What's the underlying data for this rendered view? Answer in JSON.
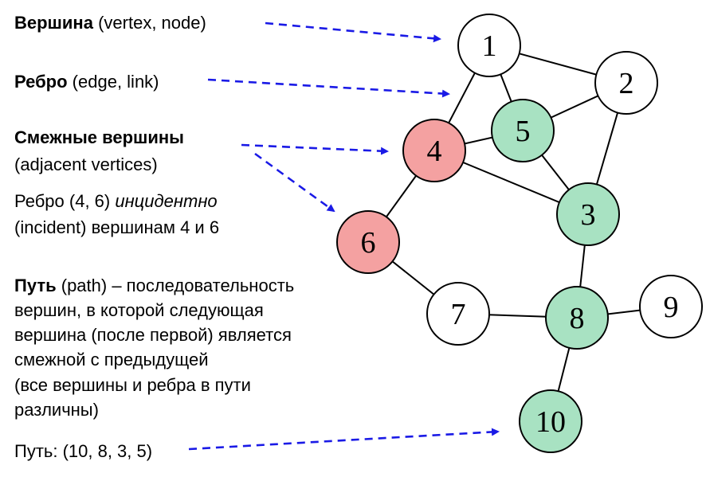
{
  "colors": {
    "white": "#ffffff",
    "red": "#f4a1a1",
    "green": "#a8e2c2",
    "arrow": "#1a1ae6"
  },
  "labels": {
    "vertex_term": "Вершина",
    "vertex_en": "(vertex, node)",
    "edge_term": "Ребро",
    "edge_en": "(edge, link)",
    "adjacent_term": "Смежные вершины",
    "adjacent_en": "(adjacent vertices)",
    "incident_line1_a": "Ребро (4, 6) ",
    "incident_line1_b": "инцидентно",
    "incident_line2": "(incident) вершинам 4 и 6",
    "path_term": "Путь",
    "path_line1_rest": " (path) – последовательность",
    "path_line2": "вершин, в которой следующая",
    "path_line3": "вершина (после первой) является",
    "path_line4": "смежной с предыдущей",
    "path_line5": "(все вершины и ребра в пути",
    "path_line6": "различны)",
    "path_example": "Путь: (10, 8, 3, 5)"
  },
  "graph": {
    "nodes": [
      {
        "id": "1",
        "fill": "white"
      },
      {
        "id": "2",
        "fill": "white"
      },
      {
        "id": "3",
        "fill": "green"
      },
      {
        "id": "4",
        "fill": "red"
      },
      {
        "id": "5",
        "fill": "green"
      },
      {
        "id": "6",
        "fill": "red"
      },
      {
        "id": "7",
        "fill": "white"
      },
      {
        "id": "8",
        "fill": "green"
      },
      {
        "id": "9",
        "fill": "white"
      },
      {
        "id": "10",
        "fill": "green"
      }
    ],
    "edges": [
      [
        "1",
        "2"
      ],
      [
        "1",
        "4"
      ],
      [
        "1",
        "5"
      ],
      [
        "2",
        "5"
      ],
      [
        "2",
        "3"
      ],
      [
        "4",
        "5"
      ],
      [
        "4",
        "3"
      ],
      [
        "5",
        "3"
      ],
      [
        "4",
        "6"
      ],
      [
        "6",
        "7"
      ],
      [
        "7",
        "8"
      ],
      [
        "3",
        "8"
      ],
      [
        "8",
        "9"
      ],
      [
        "8",
        "10"
      ]
    ]
  }
}
